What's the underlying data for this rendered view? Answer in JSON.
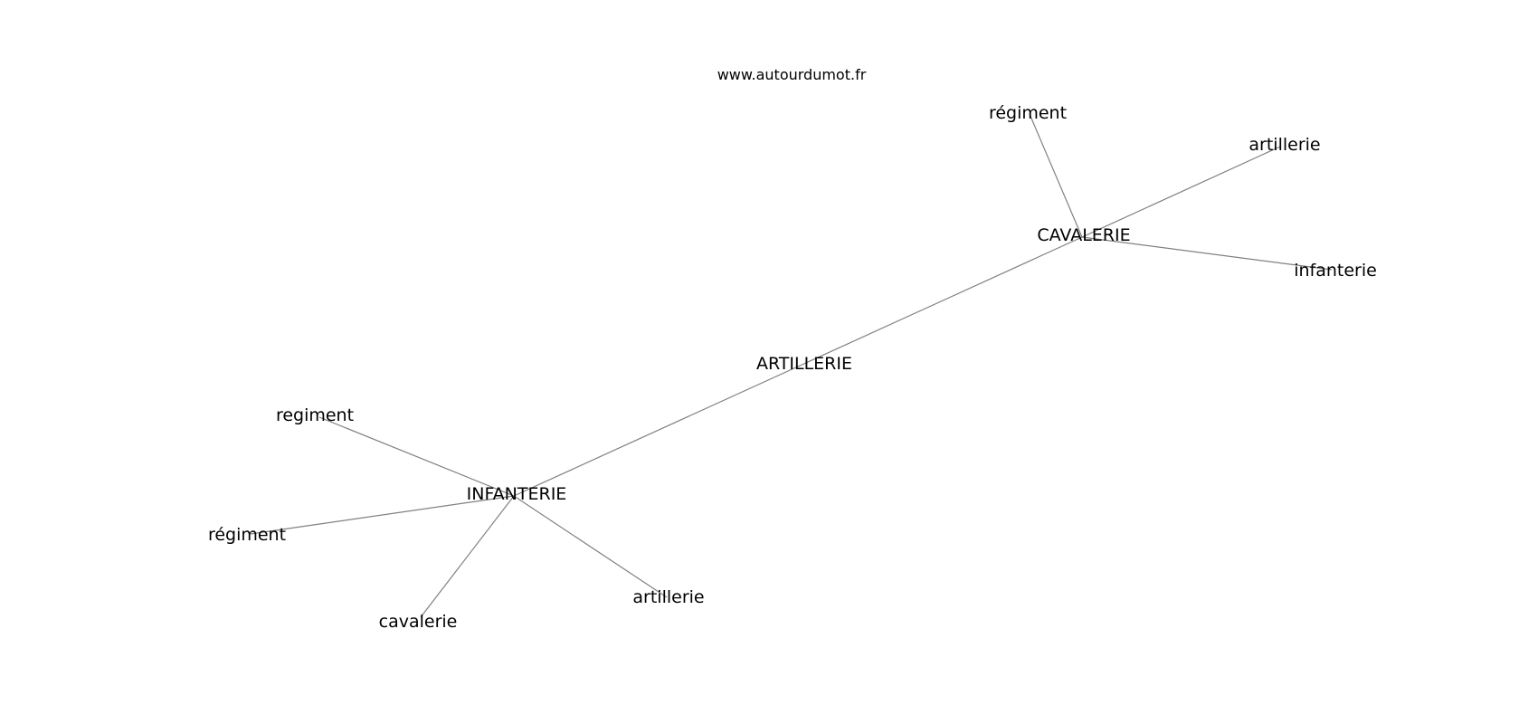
{
  "site": "www.autourdumot.fr",
  "graph": {
    "nodes": [
      {
        "id": "artillerie_center",
        "label": "ARTILLERIE"
      },
      {
        "id": "cavalerie_hub",
        "label": "CAVALERIE"
      },
      {
        "id": "infanterie_hub",
        "label": "INFANTERIE"
      },
      {
        "id": "cav_regiment_acc",
        "label": "régiment"
      },
      {
        "id": "cav_artillerie",
        "label": "artillerie"
      },
      {
        "id": "cav_infanterie",
        "label": "infanterie"
      },
      {
        "id": "inf_regiment",
        "label": "regiment"
      },
      {
        "id": "inf_regiment_acc",
        "label": "régiment"
      },
      {
        "id": "inf_cavalerie",
        "label": "cavalerie"
      },
      {
        "id": "inf_artillerie",
        "label": "artillerie"
      }
    ],
    "edges": [
      [
        "infanterie_hub",
        "cavalerie_hub"
      ],
      [
        "cavalerie_hub",
        "cav_regiment_acc"
      ],
      [
        "cavalerie_hub",
        "cav_artillerie"
      ],
      [
        "cavalerie_hub",
        "cav_infanterie"
      ],
      [
        "infanterie_hub",
        "inf_regiment"
      ],
      [
        "infanterie_hub",
        "inf_regiment_acc"
      ],
      [
        "infanterie_hub",
        "inf_cavalerie"
      ],
      [
        "infanterie_hub",
        "inf_artillerie"
      ]
    ]
  }
}
